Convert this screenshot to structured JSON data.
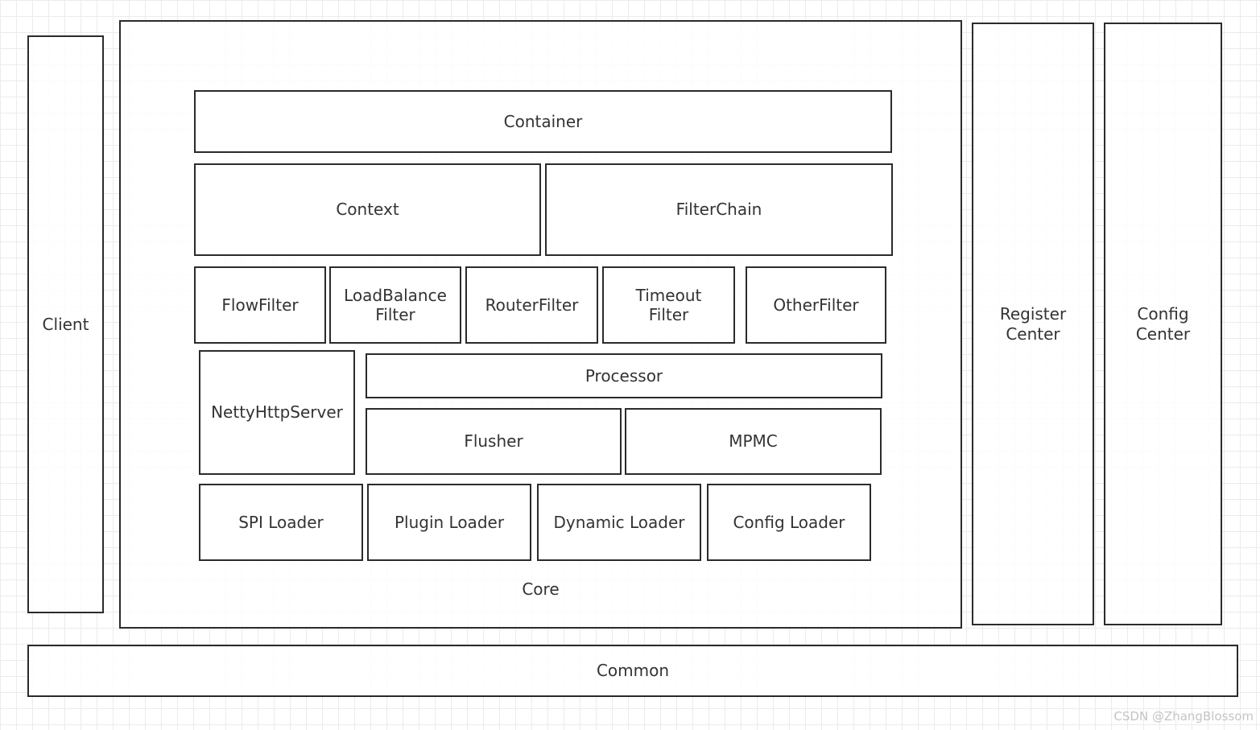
{
  "diagram": {
    "client": "Client",
    "core": {
      "label": "Core",
      "container": "Container",
      "context": "Context",
      "filter_chain": "FilterChain",
      "filters": [
        "FlowFilter",
        "LoadBalance\nFilter",
        "RouterFilter",
        "Timeout\nFilter",
        "OtherFilter"
      ],
      "netty_http_server": "NettyHttpServer",
      "processor": "Processor",
      "flusher": "Flusher",
      "mpmc": "MPMC",
      "loaders": [
        "SPI Loader",
        "Plugin Loader",
        "Dynamic Loader",
        "Config Loader"
      ]
    },
    "register_center": "Register\nCenter",
    "config_center": "Config\nCenter",
    "common": "Common"
  },
  "watermark": "CSDN @ZhangBlossom"
}
